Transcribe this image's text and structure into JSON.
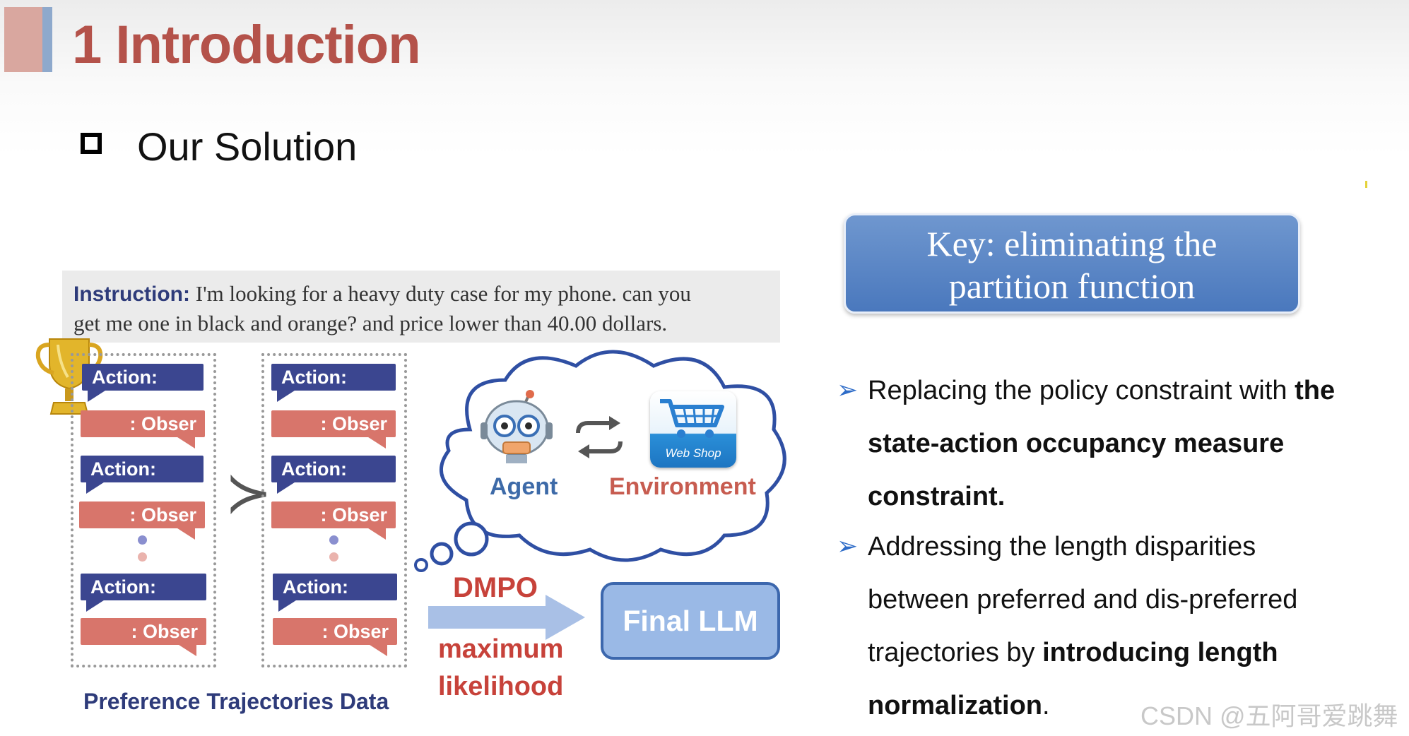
{
  "slide": {
    "title": "1 Introduction",
    "subtitle": "Our Solution"
  },
  "instruction": {
    "label": "Instruction:",
    "text_line1": " I'm looking for a heavy duty case for my phone.  can you",
    "text_line2": "get me one in black and orange? and price lower than 40.00 dollars."
  },
  "trajectory": {
    "action_label": "Action:",
    "obser_label": ": Obser",
    "caption": "Preference Trajectories Data"
  },
  "cloud": {
    "agent_label": "Agent",
    "environment_label": "Environment",
    "shop_label": "Web Shop"
  },
  "pipeline": {
    "dmpo_label": "DMPO",
    "ml_line1": "maximum",
    "ml_line2": "likelihood",
    "final_label": "Final LLM"
  },
  "key": {
    "line1": "Key:  eliminating the",
    "line2": "partition function"
  },
  "points": [
    {
      "lines": [
        {
          "parts": [
            "Replacing the policy constraint with ",
            "the"
          ]
        },
        {
          "parts": [
            "state-action occupancy measure"
          ]
        },
        {
          "parts": [
            "constraint."
          ]
        }
      ]
    },
    {
      "lines": [
        {
          "parts": [
            "Addressing the length disparities"
          ]
        },
        {
          "parts": [
            "between preferred and dis-preferred"
          ]
        },
        {
          "parts": [
            "trajectories by ",
            "introducing length"
          ]
        },
        {
          "parts": [
            "normalization",
            "."
          ]
        }
      ]
    }
  ],
  "watermark": "CSDN @五阿哥爱跳舞",
  "colors": {
    "title": "#b4524a",
    "action": "#3b4690",
    "obser": "#d8756b",
    "final_llm": "#9ab9e6",
    "key_box": "#5b86c6"
  }
}
